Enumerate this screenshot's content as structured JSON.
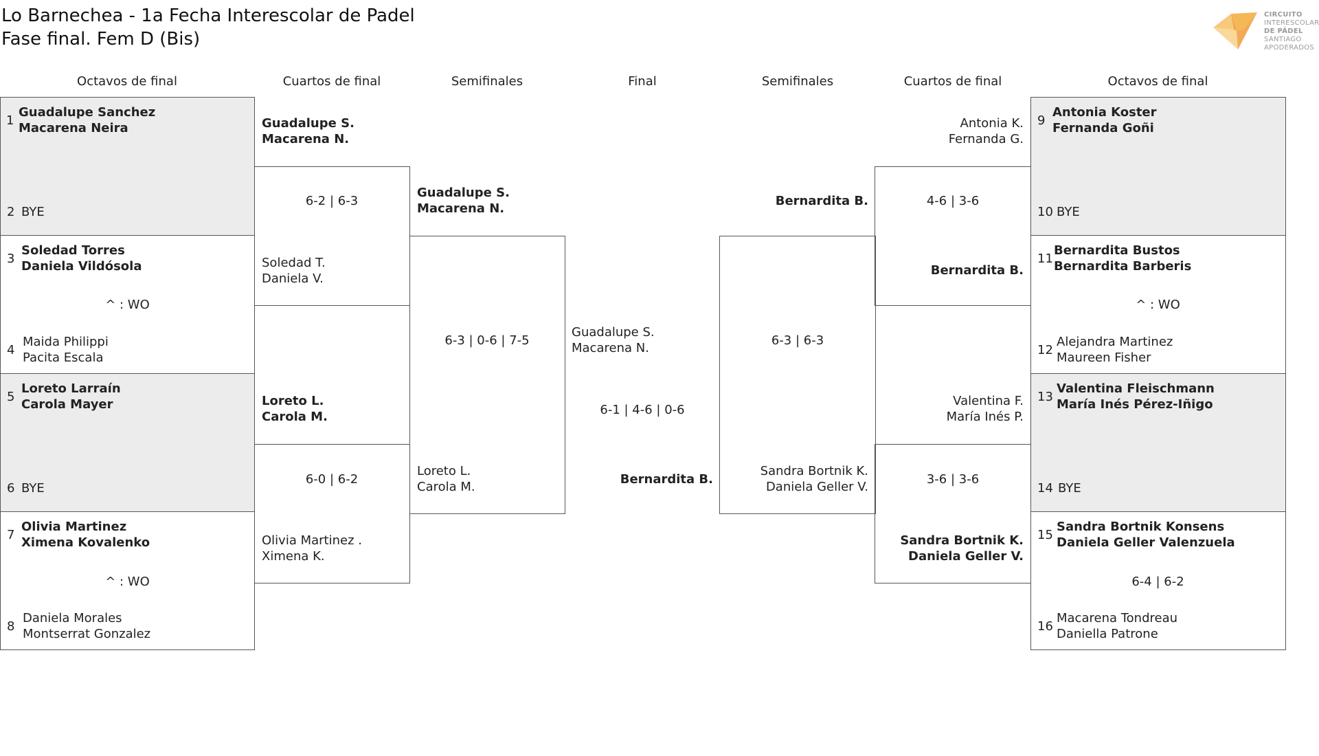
{
  "header": {
    "title_line1": "Lo Barnechea - 1a Fecha Interescolar de Padel",
    "title_line2": "Fase final. Fem D (Bis)"
  },
  "logo": {
    "icon": "fox-icon",
    "lines": [
      "CIRCUITO",
      "INTERESCOLAR",
      "DE PÁDEL",
      "SANTIAGO",
      "APODERADOS"
    ],
    "color": "#f0a830"
  },
  "rounds": {
    "left_r16": "Octavos de final",
    "left_qf": "Cuartos de final",
    "left_sf": "Semifinales",
    "final": "Final",
    "right_sf": "Semifinales",
    "right_qf": "Cuartos de final",
    "right_r16": "Octavos de final"
  },
  "left_r16": [
    {
      "seed_a": "1",
      "a1": "Guadalupe Sanchez",
      "a2": "Macarena Neira",
      "seed_b": "2",
      "b1": "BYE",
      "b2": "",
      "result": ""
    },
    {
      "seed_a": "3",
      "a1": "Soledad Torres",
      "a2": "Daniela Vildósola",
      "seed_b": "4",
      "b1": "Maida Philippi",
      "b2": "Pacita Escala",
      "result": "^ : WO"
    },
    {
      "seed_a": "5",
      "a1": "Loreto Larraín",
      "a2": "Carola Mayer",
      "seed_b": "6",
      "b1": "BYE",
      "b2": "",
      "result": ""
    },
    {
      "seed_a": "7",
      "a1": "Olivia Martinez",
      "a2": "Ximena Kovalenko",
      "seed_b": "8",
      "b1": "Daniela Morales",
      "b2": "Montserrat Gonzalez",
      "result": "^ : WO"
    }
  ],
  "right_r16": [
    {
      "seed_a": "9",
      "a1": "Antonia Koster",
      "a2": "Fernanda Goñi",
      "seed_b": "10",
      "b1": "BYE",
      "b2": "",
      "result": ""
    },
    {
      "seed_a": "11",
      "a1": "Bernardita Bustos",
      "a2": "Bernardita Barberis",
      "seed_b": "12",
      "b1": "Alejandra Martinez",
      "b2": "Maureen Fisher",
      "result": "^ : WO"
    },
    {
      "seed_a": "13",
      "a1": "Valentina Fleischmann",
      "a2": "María Inés Pérez-Iñigo",
      "seed_b": "14",
      "b1": "BYE",
      "b2": "",
      "result": ""
    },
    {
      "seed_a": "15",
      "a1": "Sandra Bortnik Konsens",
      "a2": "Daniela Geller Valenzuela",
      "seed_b": "16",
      "b1": "Macarena Tondreau",
      "b2": "Daniella Patrone",
      "result": "6-4 | 6-2"
    }
  ],
  "left_qf": [
    {
      "a1": "Guadalupe S.",
      "a2": "Macarena N.",
      "b1": "Soledad T.",
      "b2": "Daniela V.",
      "result": "6-2 | 6-3"
    },
    {
      "a1": "Loreto L.",
      "a2": "Carola M.",
      "b1": "Olivia Martinez .",
      "b2": "Ximena K.",
      "result": "6-0 | 6-2"
    }
  ],
  "right_qf": [
    {
      "a1": "Antonia K.",
      "a2": "Fernanda G.",
      "b1": "Bernardita B.",
      "b2": "",
      "result": "4-6 | 3-6"
    },
    {
      "a1": "Valentina F.",
      "a2": "María Inés P.",
      "b1": "Sandra Bortnik K.",
      "b2": "Daniela Geller V.",
      "result": "3-6 | 3-6"
    }
  ],
  "left_sf": {
    "a1": "Guadalupe S.",
    "a2": "Macarena N.",
    "b1": "Loreto L.",
    "b2": "Carola M.",
    "result": "6-3 | 0-6 | 7-5"
  },
  "right_sf": {
    "a1": "Bernardita B.",
    "a2": "",
    "b1": "Sandra Bortnik K.",
    "b2": "Daniela Geller V.",
    "result": "6-3 | 6-3"
  },
  "final": {
    "a1": "Guadalupe S.",
    "a2": "Macarena N.",
    "b1": "Bernardita B.",
    "result": "6-1 | 4-6 | 0-6"
  }
}
